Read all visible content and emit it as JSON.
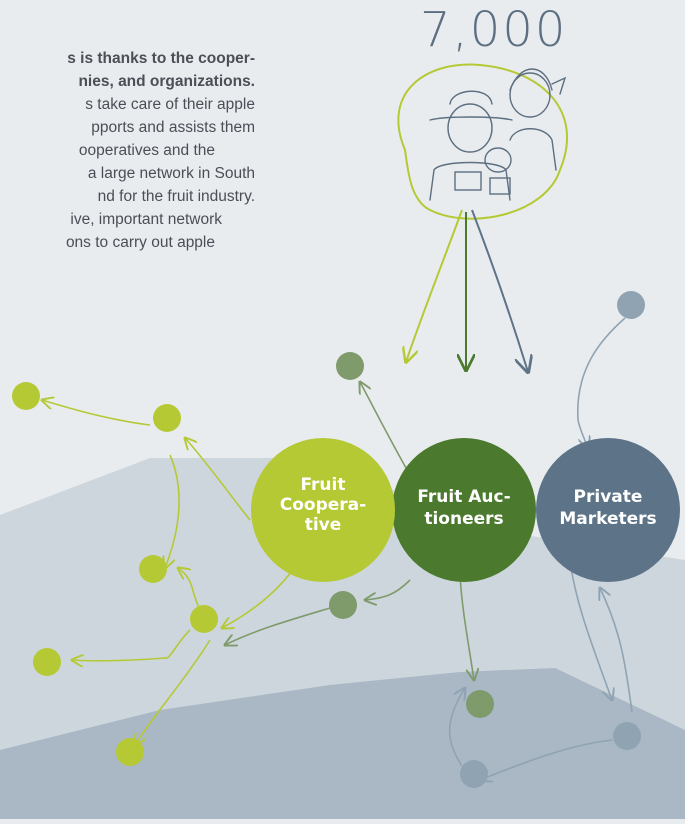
{
  "count": "7,000",
  "intro_lines": [
    {
      "text": "s is thanks to the cooper-",
      "bold": true
    },
    {
      "text": "nies, and organizations.",
      "bold": true
    },
    {
      "text": "s take care of their apple",
      "bold": false
    },
    {
      "text": "pports and assists them",
      "bold": false
    },
    {
      "text": "ooperatives and the",
      "bold": false
    },
    {
      "text": "a large network in South",
      "bold": false
    },
    {
      "text": "nd for the fruit industry.",
      "bold": false
    },
    {
      "text": "ive, important network",
      "bold": false
    },
    {
      "text": "ons to carry out apple",
      "bold": false
    }
  ],
  "nodes": {
    "cooperative": {
      "lines": [
        "Fruit",
        "Coopera-",
        "tive"
      ],
      "color": "#b5c935"
    },
    "auctioneers": {
      "lines": [
        "Fruit Auc-",
        "tioneers"
      ],
      "color": "#4b7a2e"
    },
    "marketers": {
      "lines": [
        "Private",
        "Marketers"
      ],
      "color": "#5d7488"
    }
  },
  "colors": {
    "background": "#e9ecef",
    "landscape_light": "#cdd6dd",
    "landscape_dark": "#a9b8c4",
    "lime": "#b5c935",
    "olive": "#7f9a6b",
    "slate": "#8fa3b3"
  },
  "icons": [
    "farmers-icon"
  ]
}
